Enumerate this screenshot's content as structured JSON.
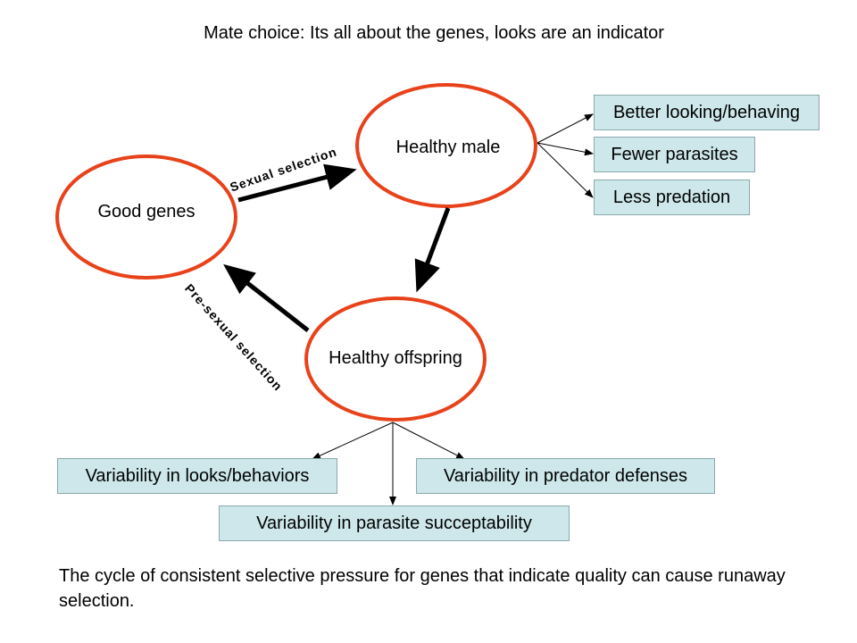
{
  "title": "Mate choice: Its all about the genes, looks are an indicator",
  "nodes": {
    "good_genes": "Good genes",
    "healthy_male": "Healthy male",
    "healthy_offspring": "Healthy offspring"
  },
  "edges": {
    "sexual_selection": "Sexual selection",
    "pre_sexual_selection": "Pre-sexual selection"
  },
  "male_traits": [
    "Better looking/behaving",
    "Fewer parasites",
    "Less predation"
  ],
  "offspring_traits": {
    "looks": "Variability in looks/behaviors",
    "parasite": "Variability in parasite succeptability",
    "predator": "Variability in predator defenses"
  },
  "footer": "The cycle of consistent selective pressure for genes that indicate quality can cause runaway selection.",
  "colors": {
    "ellipse_stroke": "#e8421a",
    "box_fill": "#cde7ea",
    "arrow": "#000000"
  }
}
